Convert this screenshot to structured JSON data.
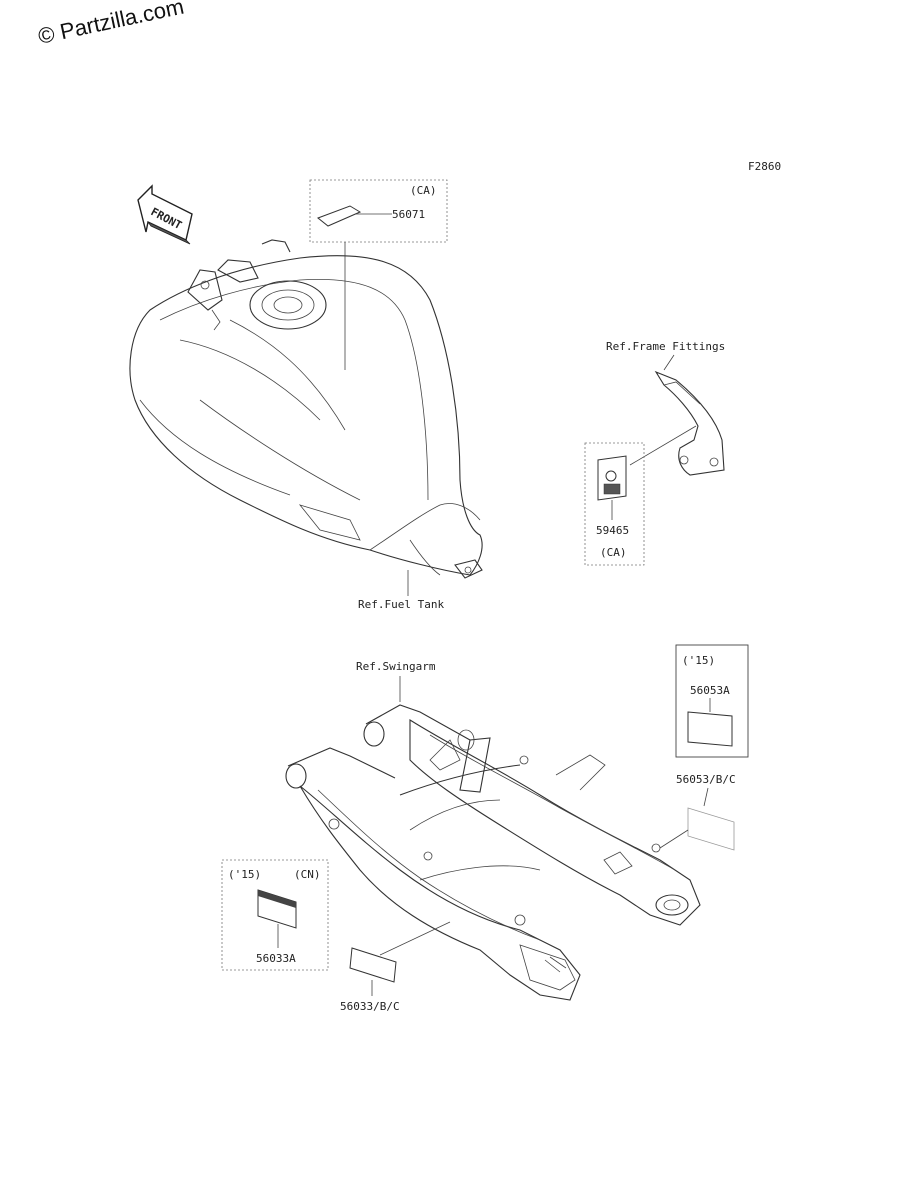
{
  "watermark": "© Partzilla.com",
  "figure_code": "F2860",
  "front_arrow_text": "FRONT",
  "callouts": {
    "tank_label_box": {
      "region": "(CA)",
      "part": "56071"
    },
    "frame_label_box": {
      "part": "59465",
      "region": "(CA)"
    },
    "swingarm_right_box": {
      "year": "('15)",
      "part": "56053A"
    },
    "swingarm_right_part": "56053/B/C",
    "swingarm_left_box": {
      "year": "('15)",
      "region": "(CN)",
      "part": "56033A"
    },
    "swingarm_left_part": "56033/B/C"
  },
  "references": {
    "frame_fittings": "Ref.Frame Fittings",
    "fuel_tank": "Ref.Fuel Tank",
    "swingarm": "Ref.Swingarm"
  }
}
